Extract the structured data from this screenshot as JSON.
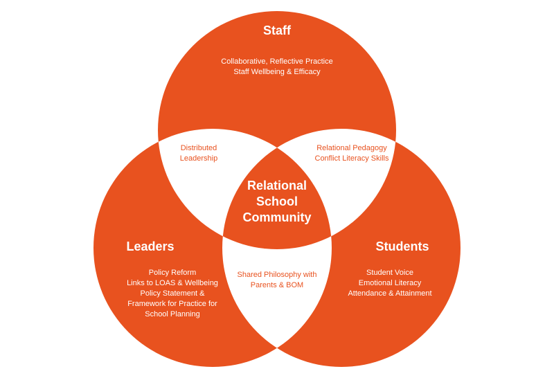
{
  "colors": {
    "circle": "#e8521f",
    "pairwise_overlap": "#ffffff",
    "background": "#ffffff"
  },
  "staff": {
    "title": "Staff",
    "lines": [
      "Collaborative, Reflective Practice",
      "Staff Wellbeing & Efficacy"
    ]
  },
  "leaders": {
    "title": "Leaders",
    "lines": [
      "Policy Reform",
      "Links to LOAS & Wellbeing",
      "Policy Statement &",
      "Framework for Practice for",
      "School Planning"
    ]
  },
  "students": {
    "title": "Students",
    "lines": [
      "Student Voice",
      "Emotional Literacy",
      "Attendance & Attainment"
    ]
  },
  "overlaps": {
    "staff_leaders": [
      "Distributed",
      "Leadership"
    ],
    "staff_students": [
      "Relational Pedagogy",
      "Conflict Literacy Skills"
    ],
    "leaders_students": [
      "Shared Philosophy with",
      "Parents & BOM"
    ]
  },
  "center": {
    "lines": [
      "Relational",
      "School",
      "Community"
    ]
  }
}
